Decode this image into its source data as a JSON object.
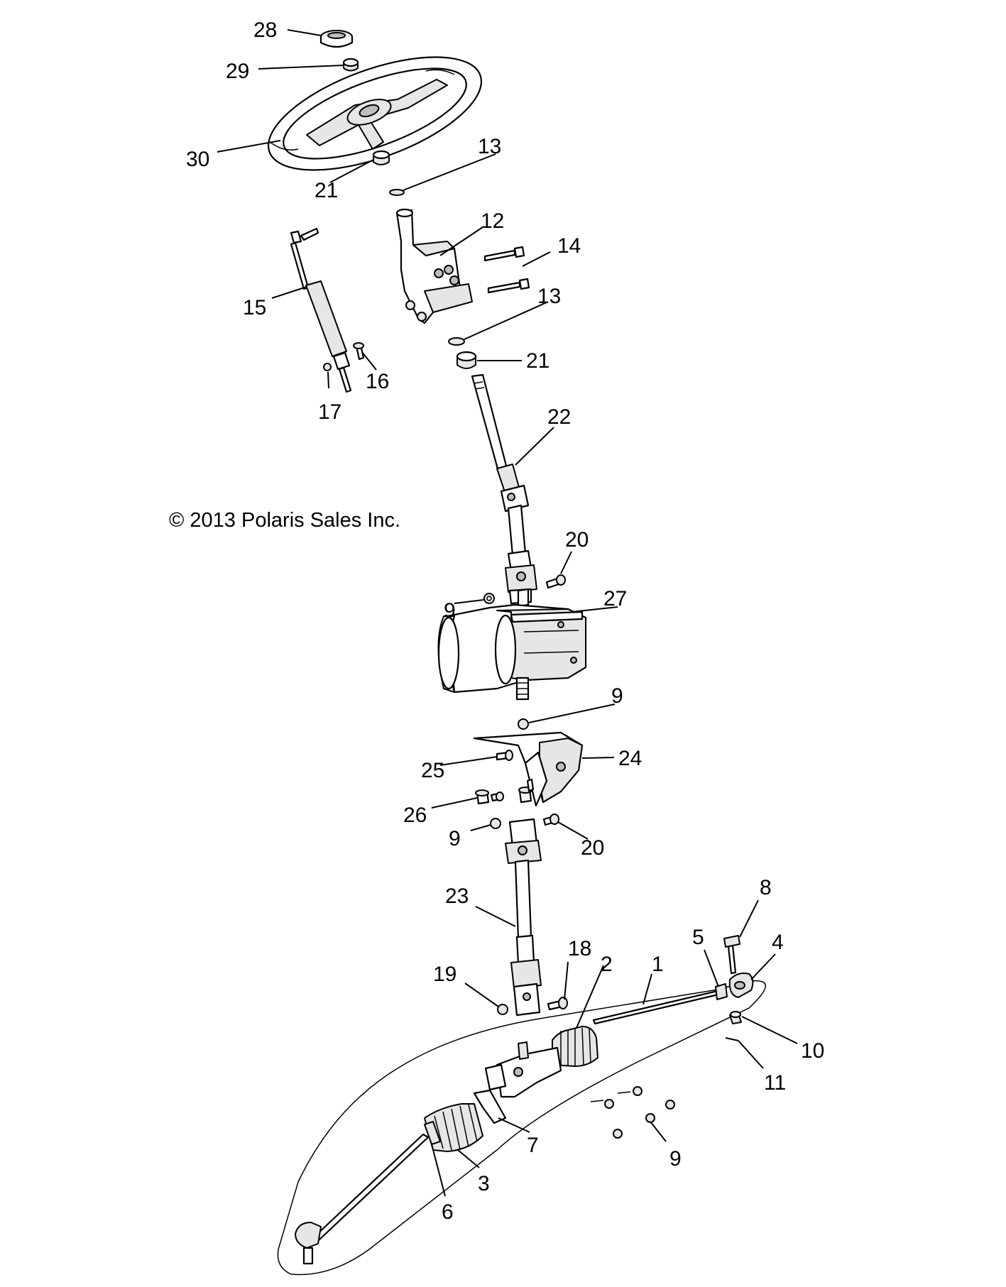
{
  "copyright": "© 2013 Polaris Sales Inc.",
  "callouts": {
    "c28": "28",
    "c29": "29",
    "c30": "30",
    "c21a": "21",
    "c13a": "13",
    "c12": "12",
    "c14": "14",
    "c15": "15",
    "c13b": "13",
    "c21b": "21",
    "c16": "16",
    "c17": "17",
    "c22": "22",
    "c20a": "20",
    "c9a": "9",
    "c27": "27",
    "c9b": "9",
    "c24": "24",
    "c25": "25",
    "c26": "26",
    "c9c": "9",
    "c20b": "20",
    "c23": "23",
    "c8": "8",
    "c5": "5",
    "c4": "4",
    "c18": "18",
    "c19": "19",
    "c2": "2",
    "c1": "1",
    "c10": "10",
    "c11": "11",
    "c7": "7",
    "c9d": "9",
    "c3": "3",
    "c6": "6"
  }
}
